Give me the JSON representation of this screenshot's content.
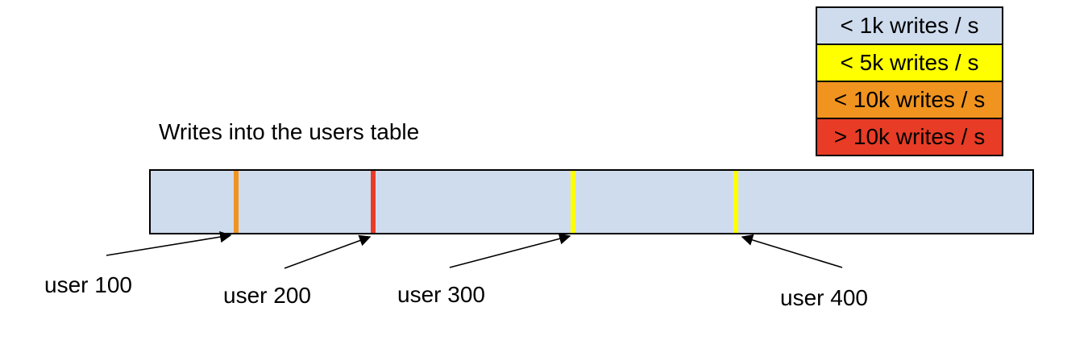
{
  "title": "Writes into the users table",
  "colors": {
    "background": "#ffffff",
    "border": "#000000",
    "bar_fill": "#cfdcee",
    "yellow": "#ffff00",
    "orange": "#f0941f",
    "red": "#e83c26"
  },
  "legend": {
    "items": [
      {
        "label": "< 1k writes / s",
        "color": "#cfdcee"
      },
      {
        "label": "< 5k writes / s",
        "color": "#ffff00"
      },
      {
        "label": "< 10k writes / s",
        "color": "#f0941f"
      },
      {
        "label": "> 10k writes / s",
        "color": "#e83c26"
      }
    ]
  },
  "bar": {
    "fill": "#cfdcee"
  },
  "markers": [
    {
      "label": "user 100",
      "color": "#f0941f",
      "position_pct": 9.7
    },
    {
      "label": "user 200",
      "color": "#e83c26",
      "position_pct": 25.2
    },
    {
      "label": "user 300",
      "color": "#ffff00",
      "position_pct": 47.9
    },
    {
      "label": "user 400",
      "color": "#ffff00",
      "position_pct": 66.4
    }
  ]
}
